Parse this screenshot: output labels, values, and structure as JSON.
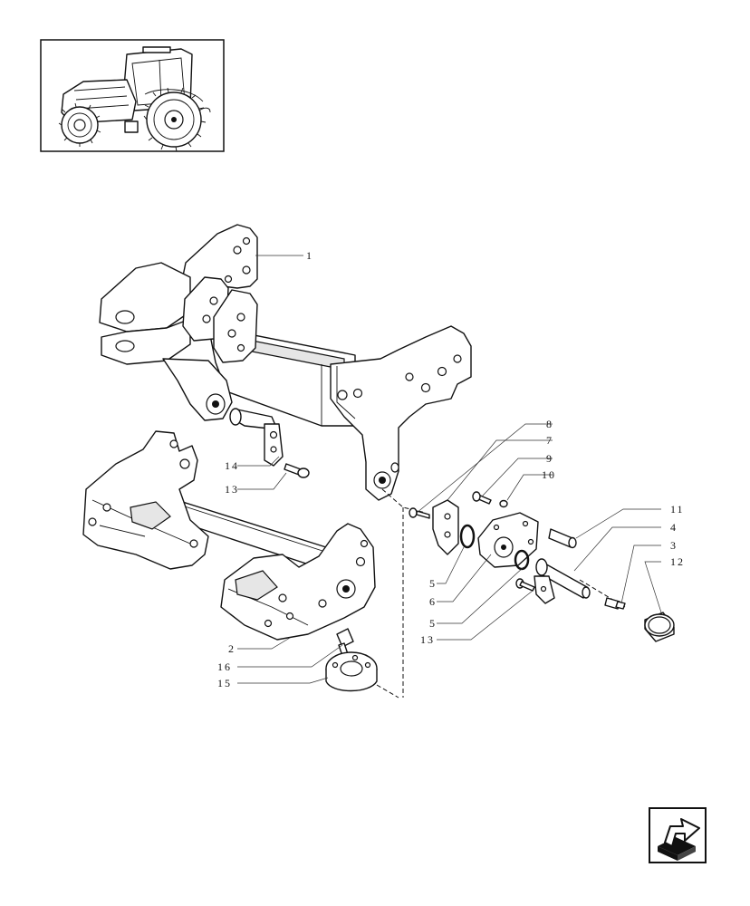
{
  "thumbnail": {
    "icon": "tractor-icon"
  },
  "nav": {
    "icon": "next-page-arrow-icon"
  },
  "callouts": {
    "c1": "1",
    "c2": "2",
    "c3": "3",
    "c4": "4",
    "c5a": "5",
    "c5b": "5",
    "c6": "6",
    "c7": "7",
    "c8": "8",
    "c9": "9",
    "c10": "10",
    "c11": "11",
    "c12": "12",
    "c13a": "13",
    "c13b": "13",
    "c14": "14",
    "c15": "15",
    "c16": "16"
  }
}
